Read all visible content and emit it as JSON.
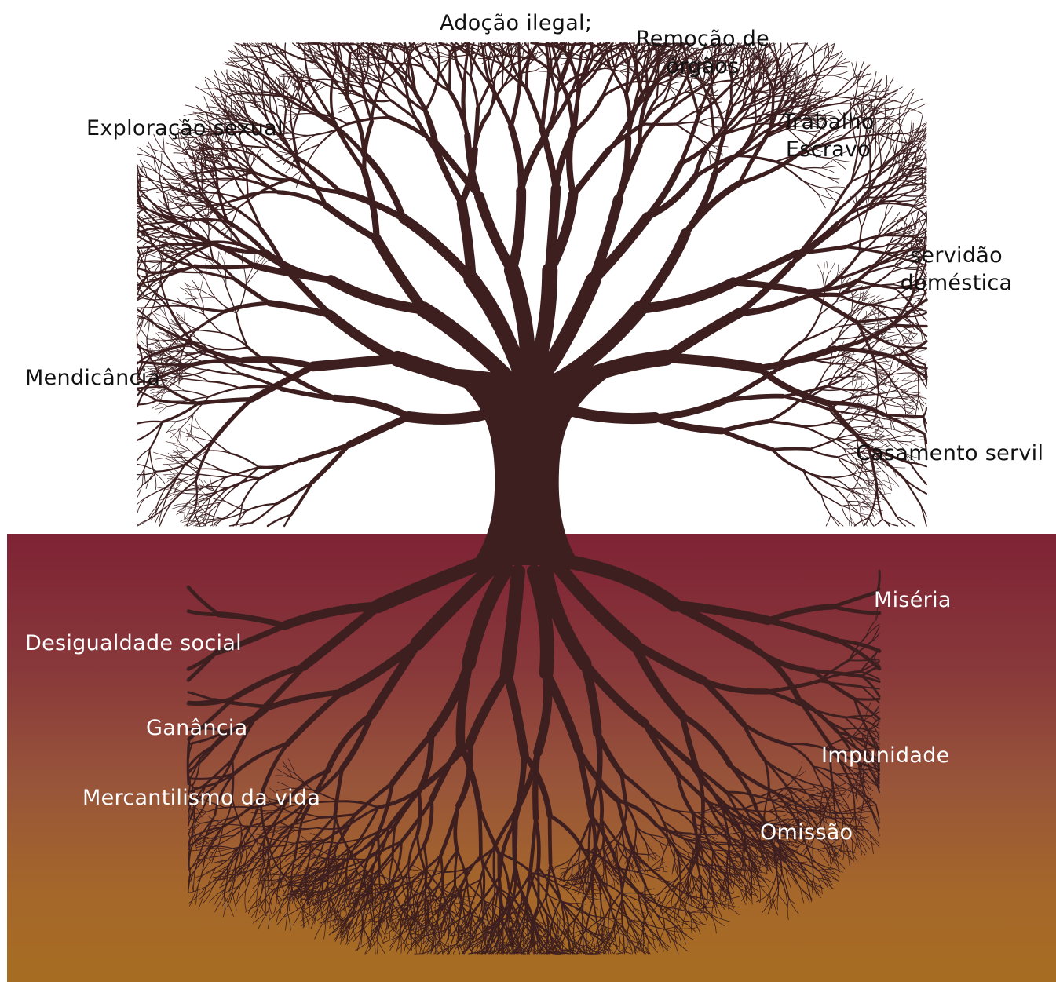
{
  "colors": {
    "tree": "#3d1f20",
    "soil_top": "#7e2335",
    "soil_bottom": "#a66d22",
    "top_text": "#111111",
    "root_text": "#ffffff"
  },
  "branches": {
    "adocao": "Adoção ilegal;",
    "remocao": [
      "Remoção de",
      "órgãos"
    ],
    "exploracao": "Exploração sexual",
    "trabalho": [
      "Trabalho",
      "Escravo"
    ],
    "servidao": [
      "servidão",
      "doméstica"
    ],
    "mendicancia": "Mendicância",
    "casamento": "Casamento servil"
  },
  "roots": {
    "miseria": "Miséria",
    "desigualdade": "Desigualdade social",
    "ganancia": "Ganância",
    "impunidade": "Impunidade",
    "mercantilismo": "Mercantilismo da vida",
    "omissao": "Omissão"
  }
}
